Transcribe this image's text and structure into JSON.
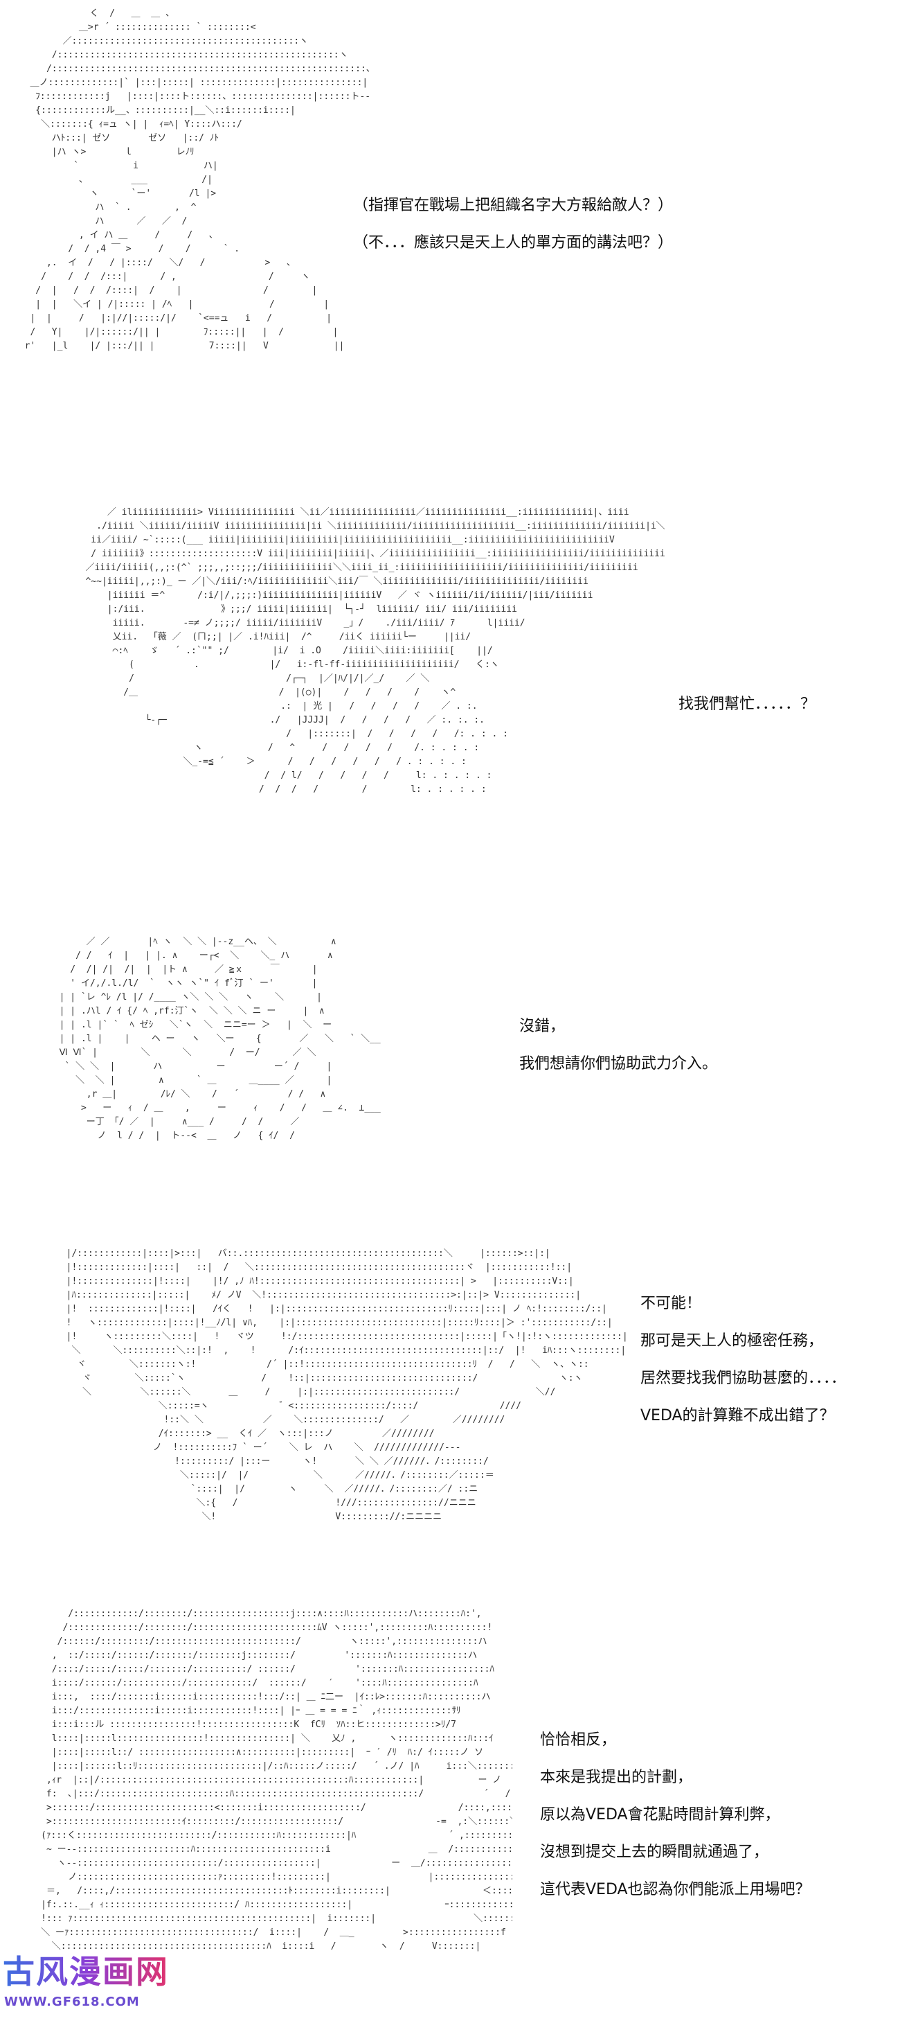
{
  "panels": [
    {
      "lines": [
        "（指揮官在戰場上把組織名字大方報給敵人？）",
        "（不．．．應該只是天上人的單方面的講法吧？）"
      ]
    },
    {
      "lines": [
        "找我們幫忙．．．．．？"
      ]
    },
    {
      "lines": [
        "沒錯，",
        "我們想請你們協助武力介入。"
      ]
    },
    {
      "lines": [
        "不可能！",
        "那可是天上人的極密任務，",
        "居然要找我們協助甚麼的．．．．",
        "VEDA的計算難不成出錯了？"
      ]
    },
    {
      "lines": [
        "恰恰相反，",
        "本來是我提出的計劃，",
        "原以為VEDA會花點時間計算利弊，",
        "沒想到提交上去的瞬間就通過了，",
        "這代表VEDA也認為你們能派上用場吧？"
      ]
    }
  ],
  "watermark": {
    "title": "古风漫画网",
    "url": "WWW.GF618.COM"
  }
}
